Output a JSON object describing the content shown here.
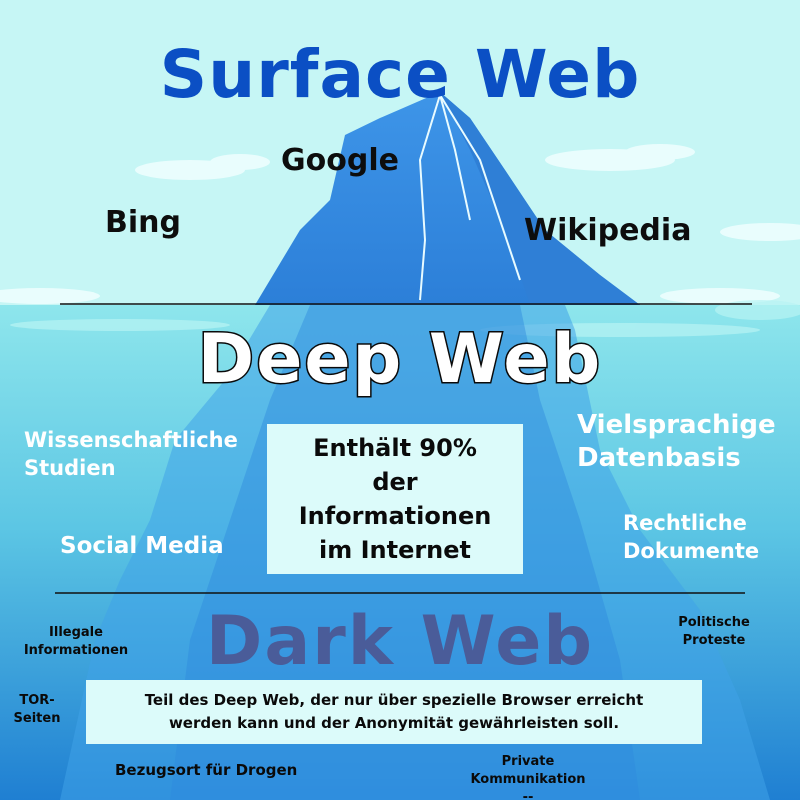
{
  "colors": {
    "sky": "#c6f6f5",
    "water": "#7fe0e8",
    "deep_water": "#2d8fd6",
    "iceberg": "#3f95e6",
    "surface_title": "#0b4fc4",
    "dark_title": "#4a5c99",
    "box": "#dcfbfa"
  },
  "surface": {
    "title": "Surface Web",
    "items": {
      "google": "Google",
      "bing": "Bing",
      "wikipedia": "Wikipedia"
    }
  },
  "deep": {
    "title": "Deep Web",
    "box_text": "Enthält 90%\nder\nInformationen\nim Internet",
    "items": {
      "wissenschaftliche": "Wissenschaftliche Studien",
      "social_media": "Social Media",
      "vielsprachige": "Vielsprachige Datenbasis",
      "rechtliche": "Rechtliche Dokumente"
    }
  },
  "dark": {
    "title": "Dark Web",
    "box_text": "Teil des Deep Web, der nur über spezielle Browser erreicht\nwerden kann und der Anonymität gewährleisten soll.",
    "items": {
      "illegale": "Illegale\nInformationen",
      "politische": "Politische\nProteste",
      "tor": "TOR-\nSeiten",
      "drogen": "Bezugsort für Drogen",
      "private": "Private\nKommunikation\n--"
    }
  }
}
